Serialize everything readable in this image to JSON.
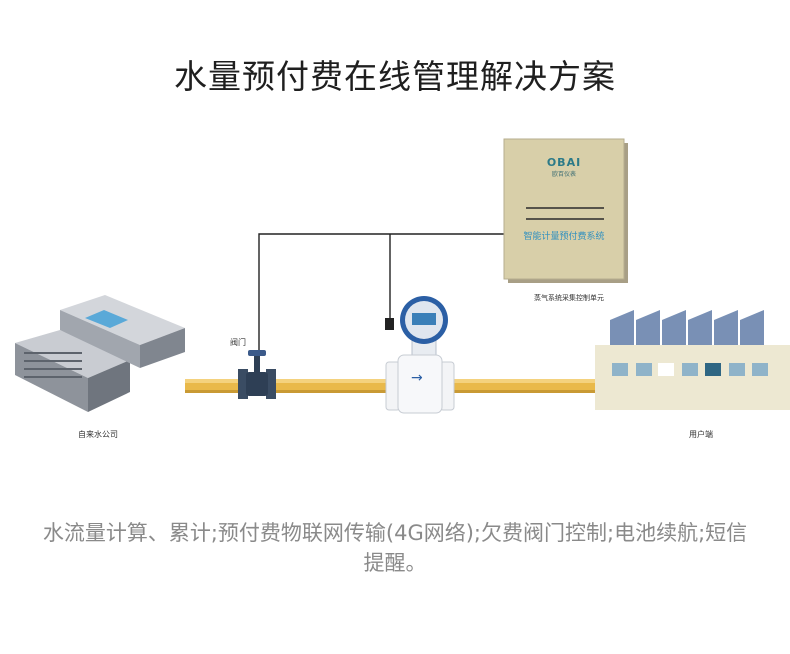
{
  "title": "水量预付费在线管理解决方案",
  "control_box": {
    "brand": "OBAI",
    "brand_sub": "欧百仪表",
    "system_name": "智能计量预付费系统",
    "caption": "蒸气系统采集控制单元",
    "color": "#d8cfa9"
  },
  "labels": {
    "valve": "阀门",
    "water_company": "自来水公司",
    "user_end": "用户端"
  },
  "meter": {
    "arrow": "→"
  },
  "description": "水流量计算、累计;预付费物联网传输(4G网络);欠费阀门控制;电池续航;短信提醒。",
  "colors": {
    "pipe": "#e9b94a",
    "meter_blue": "#2b5fa5",
    "factory_wall": "#ede8d2",
    "roof": "#7990b5"
  }
}
